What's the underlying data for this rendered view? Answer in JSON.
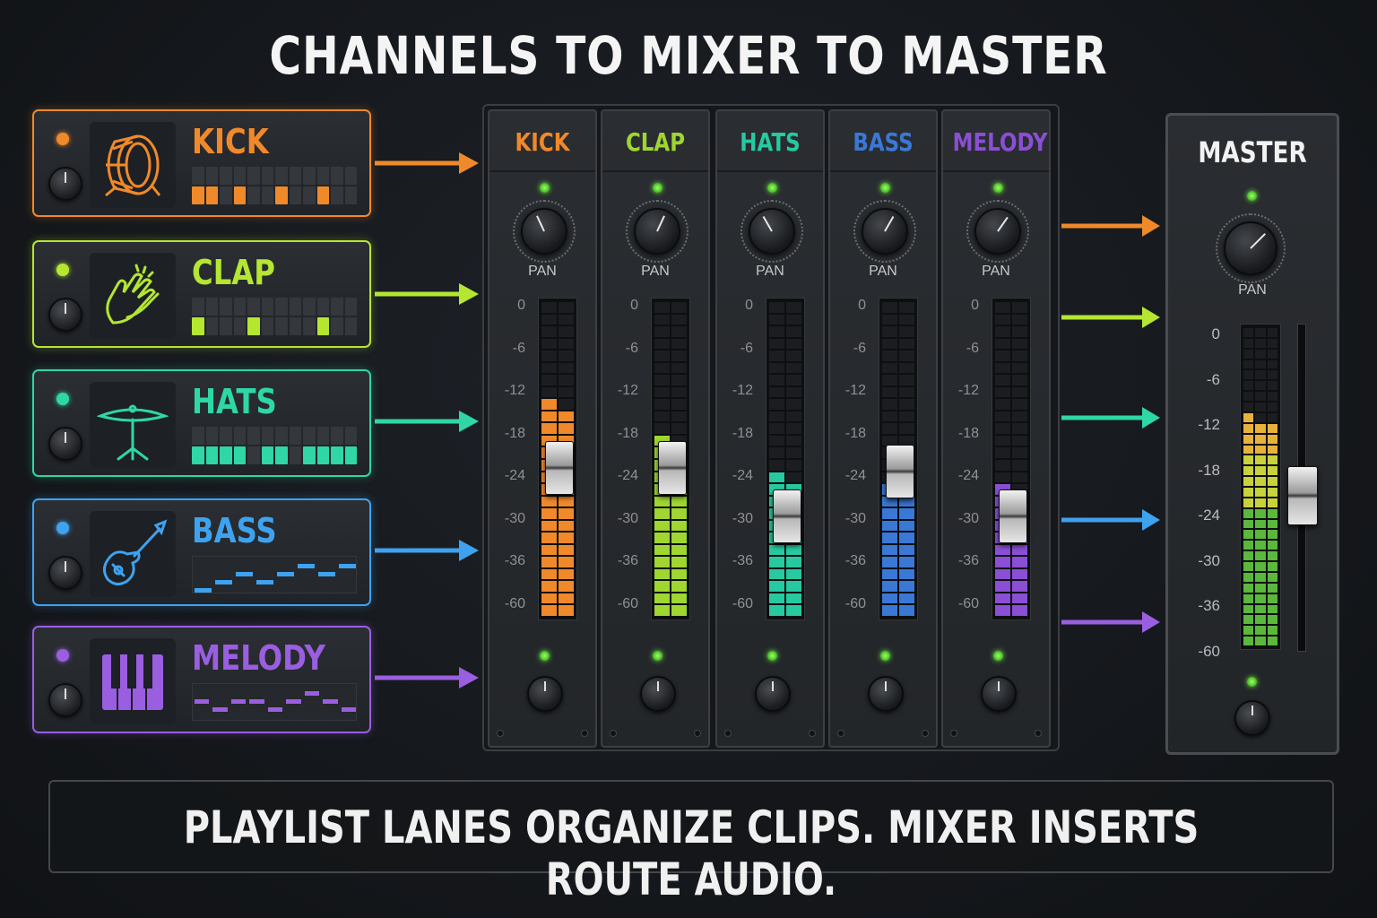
{
  "title": "CHANNELS TO MIXER TO MASTER",
  "caption": "PLAYLIST LANES ORGANIZE CLIPS. MIXER INSERTS ROUTE AUDIO.",
  "pan_label": "PAN",
  "db_scale": [
    "0",
    "-6",
    "-12",
    "-18",
    "-24",
    "-30",
    "-36",
    "-60"
  ],
  "channels": [
    {
      "name": "KICK",
      "color": "#f0892a",
      "icon": "drum-icon",
      "pattern_type": "steps",
      "steps": [
        0,
        0,
        0,
        0,
        0,
        0,
        0,
        0,
        0,
        0,
        0,
        0,
        1,
        1,
        0,
        1,
        0,
        0,
        1,
        0,
        0,
        1,
        0,
        0
      ]
    },
    {
      "name": "CLAP",
      "color": "#b4e632",
      "icon": "clap-icon",
      "pattern_type": "steps",
      "steps": [
        0,
        0,
        0,
        0,
        0,
        0,
        0,
        0,
        0,
        0,
        0,
        0,
        1,
        0,
        0,
        0,
        1,
        0,
        0,
        0,
        0,
        1,
        0,
        0
      ]
    },
    {
      "name": "HATS",
      "color": "#2fd6a6",
      "icon": "cymbal-icon",
      "pattern_type": "steps",
      "steps": [
        0,
        0,
        0,
        0,
        0,
        0,
        0,
        0,
        0,
        0,
        0,
        0,
        1,
        1,
        1,
        1,
        0,
        1,
        1,
        0,
        1,
        1,
        1,
        1
      ]
    },
    {
      "name": "BASS",
      "color": "#3ea2ef",
      "icon": "guitar-icon",
      "pattern_type": "roll",
      "notes": [
        [
          0,
          3
        ],
        [
          1,
          2
        ],
        [
          2,
          1
        ],
        [
          3,
          2
        ],
        [
          4,
          1
        ],
        [
          5,
          0
        ],
        [
          6,
          1
        ],
        [
          7,
          0
        ]
      ]
    },
    {
      "name": "MELODY",
      "color": "#9a5ee0",
      "icon": "piano-icon",
      "pattern_type": "roll",
      "notes": [
        [
          0,
          1
        ],
        [
          1,
          2
        ],
        [
          2,
          1
        ],
        [
          3,
          1
        ],
        [
          4,
          2
        ],
        [
          5,
          1
        ],
        [
          6,
          0
        ],
        [
          7,
          1
        ],
        [
          8,
          2
        ]
      ]
    }
  ],
  "mixer_strips": [
    {
      "name": "KICK",
      "color": "#f0892a",
      "meter_level": 0.68,
      "fader_level": 0.78,
      "pan_angle": -25
    },
    {
      "name": "CLAP",
      "color": "#9fd630",
      "meter_level": 0.56,
      "fader_level": 0.78,
      "pan_angle": 25
    },
    {
      "name": "HATS",
      "color": "#27c9a0",
      "meter_level": 0.45,
      "fader_level": 0.63,
      "pan_angle": -30
    },
    {
      "name": "BASS",
      "color": "#3a78d6",
      "meter_level": 0.41,
      "fader_level": 0.77,
      "pan_angle": 30
    },
    {
      "name": "MELODY",
      "color": "#8a4fd4",
      "meter_level": 0.41,
      "fader_level": 0.63,
      "pan_angle": 35
    }
  ],
  "master": {
    "name": "MASTER",
    "meter_level": 0.73,
    "fader_level": 0.78,
    "pan_angle": 45
  }
}
